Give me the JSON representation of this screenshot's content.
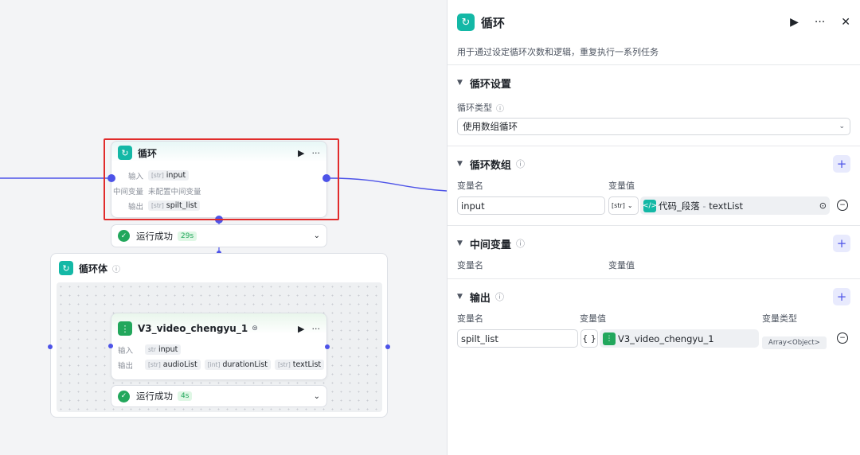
{
  "loop_node": {
    "title": "循环",
    "input_label": "输入",
    "input_type": "[str]",
    "input_value": "input",
    "mid_label": "中间变量",
    "mid_value": "未配置中间变量",
    "output_label": "输出",
    "output_type": "[str]",
    "output_value": "spilt_list",
    "status": "运行成功",
    "time": "29s"
  },
  "loop_body": {
    "title": "循环体"
  },
  "video_node": {
    "title": "V3_video_chengyu_1",
    "input_label": "输入",
    "input_type": "str",
    "input_value": "input",
    "output_label": "输出",
    "outputs": [
      {
        "type": "[str]",
        "name": "audioList"
      },
      {
        "type": "[int]",
        "name": "durationList"
      },
      {
        "type": "[str]",
        "name": "textList"
      }
    ],
    "status": "运行成功",
    "time": "4s"
  },
  "panel": {
    "title": "循环",
    "description": "用于通过设定循环次数和逻辑，重复执行一系列任务",
    "loop_settings": {
      "title": "循环设置",
      "type_label": "循环类型",
      "type_value": "使用数组循环"
    },
    "loop_array": {
      "title": "循环数组",
      "col_name": "变量名",
      "col_value": "变量值",
      "var_name": "input",
      "var_type": "[str]",
      "ref_source": "代码_段落",
      "ref_sep": " - ",
      "ref_field": "textList"
    },
    "mid_vars": {
      "title": "中间变量",
      "col_name": "变量名",
      "col_value": "变量值"
    },
    "output": {
      "title": "输出",
      "col_name": "变量名",
      "col_value": "变量值",
      "col_type": "变量类型",
      "var_name": "spilt_list",
      "ref_node": "V3_video_chengyu_1",
      "var_type": "Array<Object>"
    }
  },
  "colors": {
    "accent": "#4d53e8",
    "teal_icon": "#14b8a6",
    "green_icon": "#22a75c",
    "highlight": "#e12b2b"
  }
}
